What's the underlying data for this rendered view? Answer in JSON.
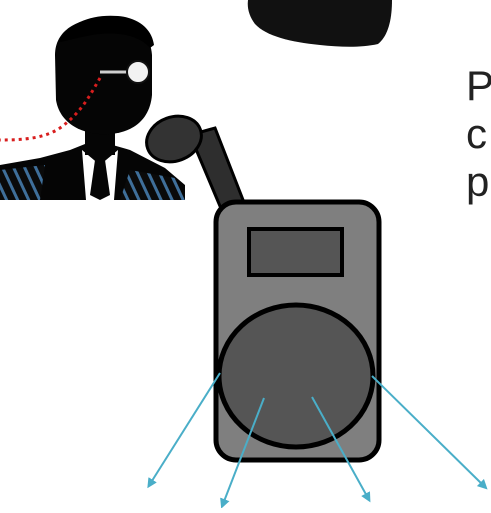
{
  "text_fragments": [
    "P",
    "c",
    "p"
  ],
  "colors": {
    "big_shape": "#111111",
    "figure_black": "#050505",
    "microphone_handle": "#2e2e2e",
    "microphone_head": "#333333",
    "device_body": "#7f7f7f",
    "device_screen": "#555555",
    "device_speaker": "#555555",
    "device_outline": "#000000",
    "arrows": "#4aaec8",
    "headset_wire": "#d81e1e"
  },
  "icons": {
    "speaker_figure": "businessman-with-headset-icon",
    "device": "handheld-speaker-device-icon",
    "sound_arrows": "sound-direction-arrows"
  }
}
